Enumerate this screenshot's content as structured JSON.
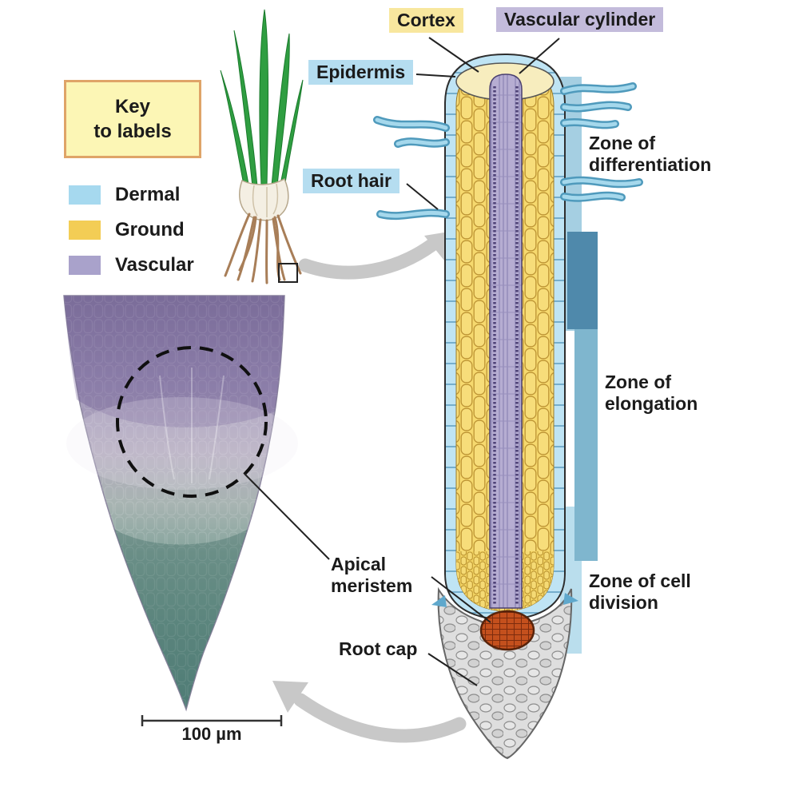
{
  "figure": {
    "key": {
      "title": "Key\nto labels",
      "items": [
        {
          "name": "dermal",
          "label": "Dermal",
          "color": "#a6d9ef"
        },
        {
          "name": "ground",
          "label": "Ground",
          "color": "#f3cd55"
        },
        {
          "name": "vascular",
          "label": "Vascular",
          "color": "#a9a2cb"
        }
      ]
    },
    "callouts": {
      "cortex": {
        "label": "Cortex",
        "bg": "#f8e79e"
      },
      "vascular_cylinder": {
        "label": "Vascular cylinder",
        "bg": "#c3bbdb"
      },
      "epidermis": {
        "label": "Epidermis",
        "bg": "#b5ddf0"
      },
      "root_hair": {
        "label": "Root hair",
        "bg": "#b5ddf0"
      },
      "apical_meristem": {
        "label": "Apical\nmeristem"
      },
      "root_cap": {
        "label": "Root cap"
      }
    },
    "zones": [
      {
        "label": "Zone of\ndifferentiation"
      },
      {
        "label": "Zone of\nelongation"
      },
      {
        "label": "Zone of cell\ndivision"
      }
    ],
    "micrograph": {
      "scale_label": "100 µm"
    },
    "colors": {
      "epidermis_fill": "#bfe4f4",
      "cortex_fill": "#f6d96e",
      "vascular_fill": "#b6add2",
      "root_cap_fill": "#dedede",
      "meristem_fill": "#c4501d",
      "arrow_gray": "#c8c8c8"
    }
  }
}
